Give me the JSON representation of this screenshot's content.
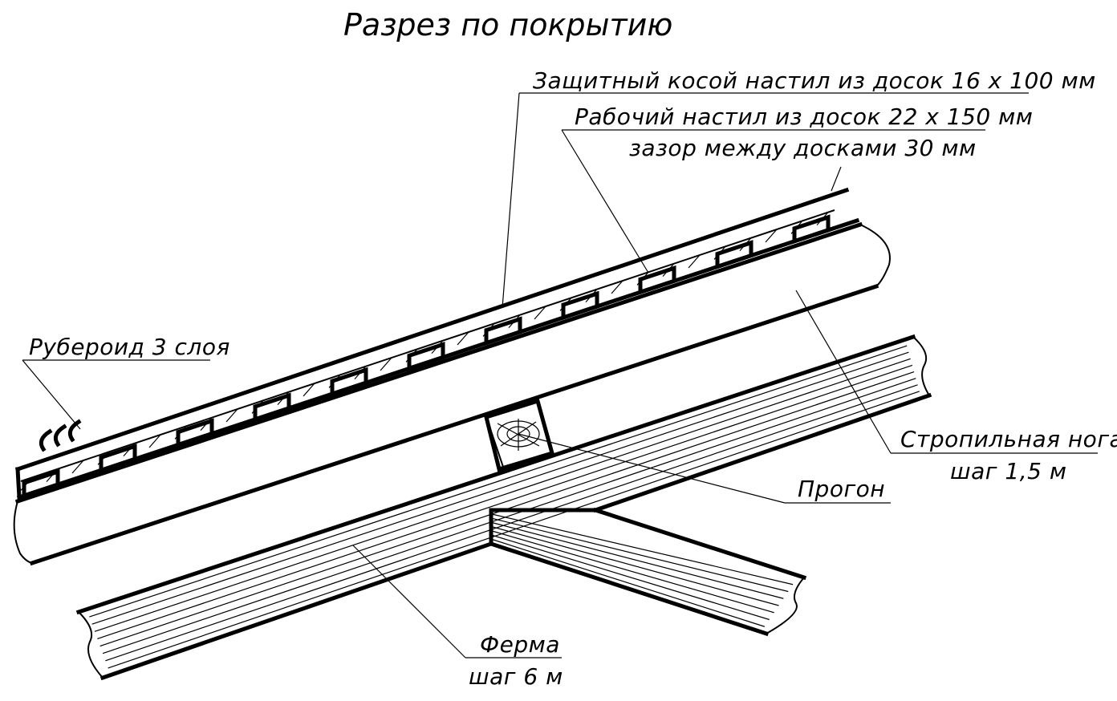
{
  "title": "Разрез по покрытию",
  "labels": {
    "protective_deck": "Защитный косой настил из досок 16 х 100 мм",
    "working_deck_line1": "Рабочий настил из досок 22 х 150 мм",
    "working_deck_line2": "зазор между досками 30 мм",
    "roofing": "Рубероид 3 слоя",
    "rafter_line1": "Стропильная нога",
    "rafter_line2": "шаг 1,5 м",
    "purlin": "Прогон",
    "truss_line1": "Ферма",
    "truss_line2": "шаг 6 м"
  }
}
